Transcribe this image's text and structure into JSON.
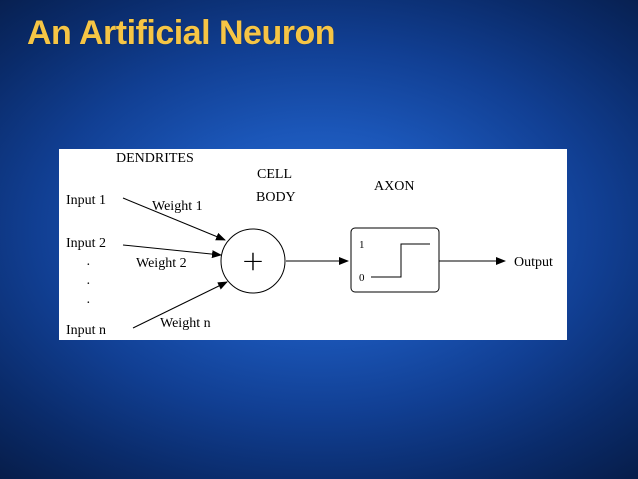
{
  "slide": {
    "title": "An Artificial Neuron"
  },
  "colors": {
    "title": "#f6c545",
    "background_center": "#2a6fd6",
    "background_edge": "#061b45",
    "panel": "#ffffff",
    "line": "#000000"
  },
  "diagram": {
    "dendrites_label": "DENDRITES",
    "cell_body_label_line1": "CELL",
    "cell_body_label_line2": "BODY",
    "axon_label": "AXON",
    "inputs": [
      "Input 1",
      "Input 2",
      "Input n"
    ],
    "ellipsis_dots": [
      "·",
      "·",
      "·"
    ],
    "weights": [
      "Weight 1",
      "Weight 2",
      "Weight n"
    ],
    "summation_symbol": "+",
    "step_high_label": "1",
    "step_low_label": "0",
    "output_label": "Output"
  }
}
